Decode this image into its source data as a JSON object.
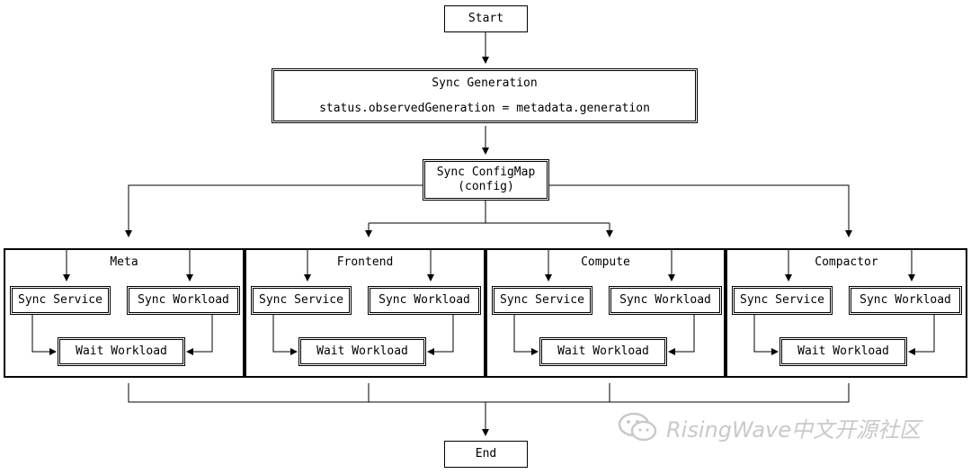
{
  "start": "Start",
  "end": "End",
  "sync_generation": {
    "title": "Sync Generation",
    "detail": "status.observedGeneration = metadata.generation"
  },
  "sync_configmap": {
    "line1": "Sync ConfigMap",
    "line2": "(config)"
  },
  "groups": [
    {
      "title": "Meta",
      "sync_service": "Sync Service",
      "sync_workload": "Sync Workload",
      "wait_workload": "Wait Workload"
    },
    {
      "title": "Frontend",
      "sync_service": "Sync Service",
      "sync_workload": "Sync Workload",
      "wait_workload": "Wait Workload"
    },
    {
      "title": "Compute",
      "sync_service": "Sync Service",
      "sync_workload": "Sync Workload",
      "wait_workload": "Wait Workload"
    },
    {
      "title": "Compactor",
      "sync_service": "Sync Service",
      "sync_workload": "Sync Workload",
      "wait_workload": "Wait Workload"
    }
  ],
  "watermark": {
    "text": "RisingWave中文开源社区",
    "icon": "wechat-icon"
  }
}
